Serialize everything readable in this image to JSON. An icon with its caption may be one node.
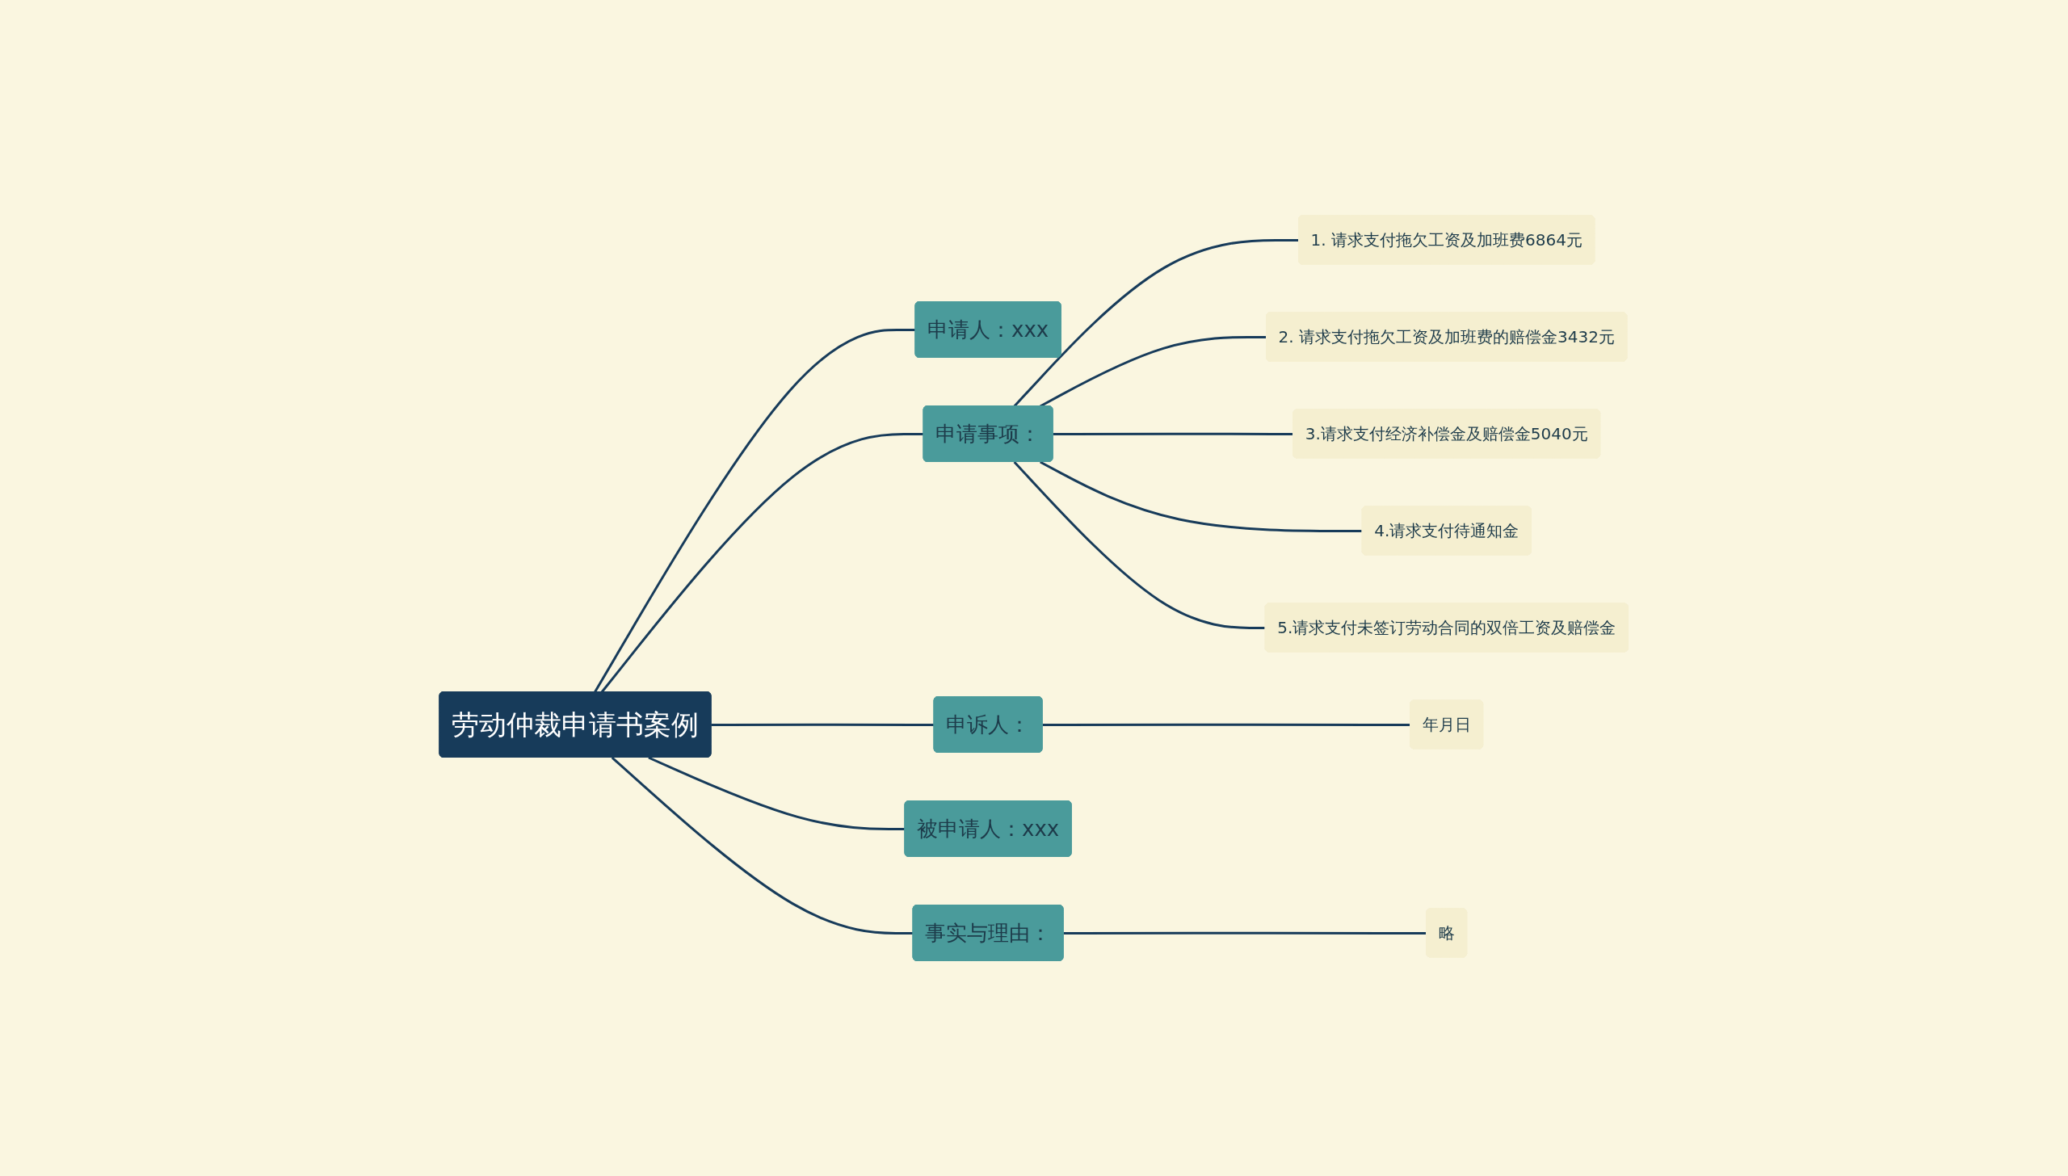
{
  "diagram": {
    "nodes": [
      {
        "text": [
          "劳动仲裁申请书案例"
        ]
      },
      {
        "text": [
          "申请人：xxx"
        ]
      },
      {
        "text": [
          "申请事项："
        ]
      },
      {
        "text": [
          "1. 请求支付拖欠工资及加班费6864元"
        ]
      },
      {
        "text": [
          "2. 请求支付拖欠工资及加班费的赔偿金3432元"
        ]
      },
      {
        "text": [
          "3.请求支付经济补偿金及赔偿金5040元"
        ]
      },
      {
        "text": [
          "4.请求支付待通知金"
        ]
      },
      {
        "text": [
          "5.请求支付未签订劳动合同的双倍工资及赔偿金"
        ]
      },
      {
        "text": [
          "申诉人："
        ]
      },
      {
        "text": [
          "年月日"
        ]
      },
      {
        "text": [
          "被申请人：xxx"
        ]
      },
      {
        "text": [
          "事实与理由："
        ]
      },
      {
        "text": [
          "略"
        ]
      }
    ],
    "edges": [
      {
        "from": 0,
        "to": 1,
        "arrow": "none"
      },
      {
        "from": 0,
        "to": 2,
        "arrow": "none"
      },
      {
        "from": 2,
        "to": 3,
        "arrow": "none"
      },
      {
        "from": 2,
        "to": 4,
        "arrow": "none"
      },
      {
        "from": 2,
        "to": 5,
        "arrow": "none"
      },
      {
        "from": 2,
        "to": 6,
        "arrow": "none"
      },
      {
        "from": 2,
        "to": 7,
        "arrow": "none"
      },
      {
        "from": 0,
        "to": 8,
        "arrow": "none"
      },
      {
        "from": 8,
        "to": 9,
        "arrow": "none"
      },
      {
        "from": 0,
        "to": 10,
        "arrow": "none"
      },
      {
        "from": 0,
        "to": 11,
        "arrow": "none"
      },
      {
        "from": 11,
        "to": 12,
        "arrow": "none"
      }
    ]
  }
}
